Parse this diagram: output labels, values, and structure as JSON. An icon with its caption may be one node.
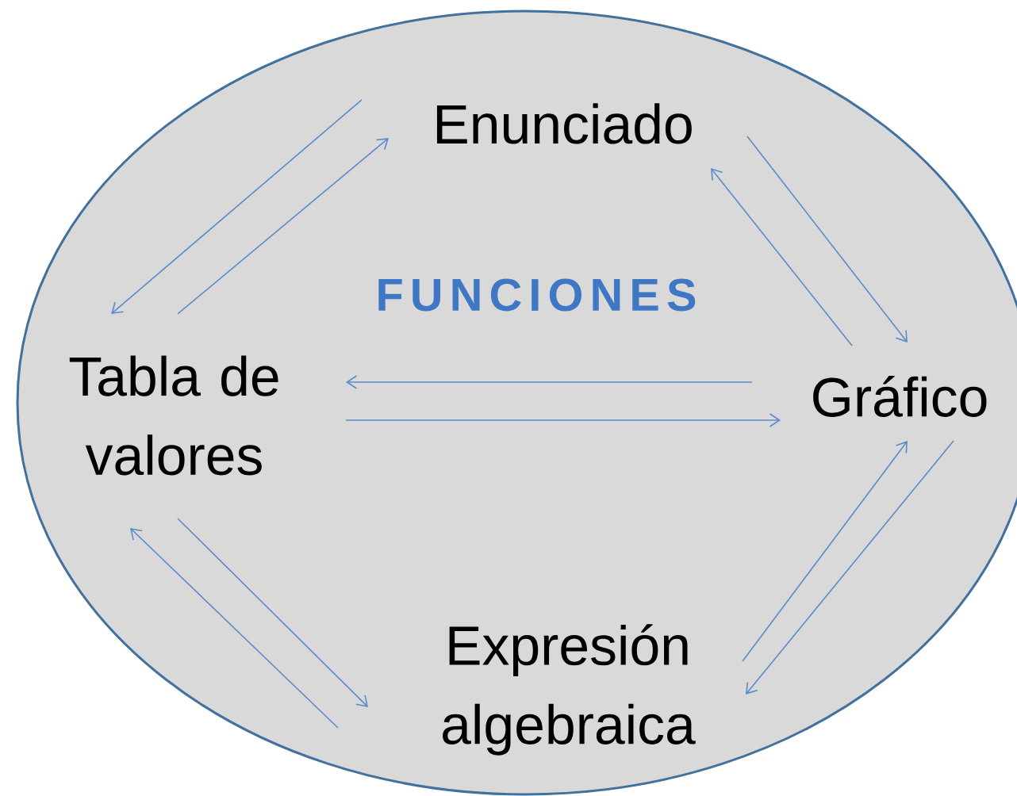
{
  "diagram": {
    "nodes": [
      {
        "text": [
          "FUNCIONES"
        ]
      },
      {
        "text": [
          "Enunciado"
        ],
        "in": 0
      },
      {
        "text": [
          "Tabla de valores"
        ],
        "in": 0
      },
      {
        "text": [
          "Gráfico"
        ],
        "in": 0
      },
      {
        "text": [
          "Expresión algebraica"
        ],
        "in": 0
      }
    ],
    "edges": [
      {
        "from": 1,
        "to": 2,
        "arrow": "to"
      },
      {
        "from": 2,
        "to": 1,
        "arrow": "to"
      },
      {
        "from": 1,
        "to": 3,
        "arrow": "to"
      },
      {
        "from": 3,
        "to": 1,
        "arrow": "to"
      },
      {
        "from": 3,
        "to": 2,
        "arrow": "to"
      },
      {
        "from": 2,
        "to": 3,
        "arrow": "to"
      },
      {
        "from": 3,
        "to": 4,
        "arrow": "to"
      },
      {
        "from": 4,
        "to": 3,
        "arrow": "to"
      },
      {
        "from": 2,
        "to": 4,
        "arrow": "to"
      },
      {
        "from": 4,
        "to": 2,
        "arrow": "to"
      }
    ]
  }
}
